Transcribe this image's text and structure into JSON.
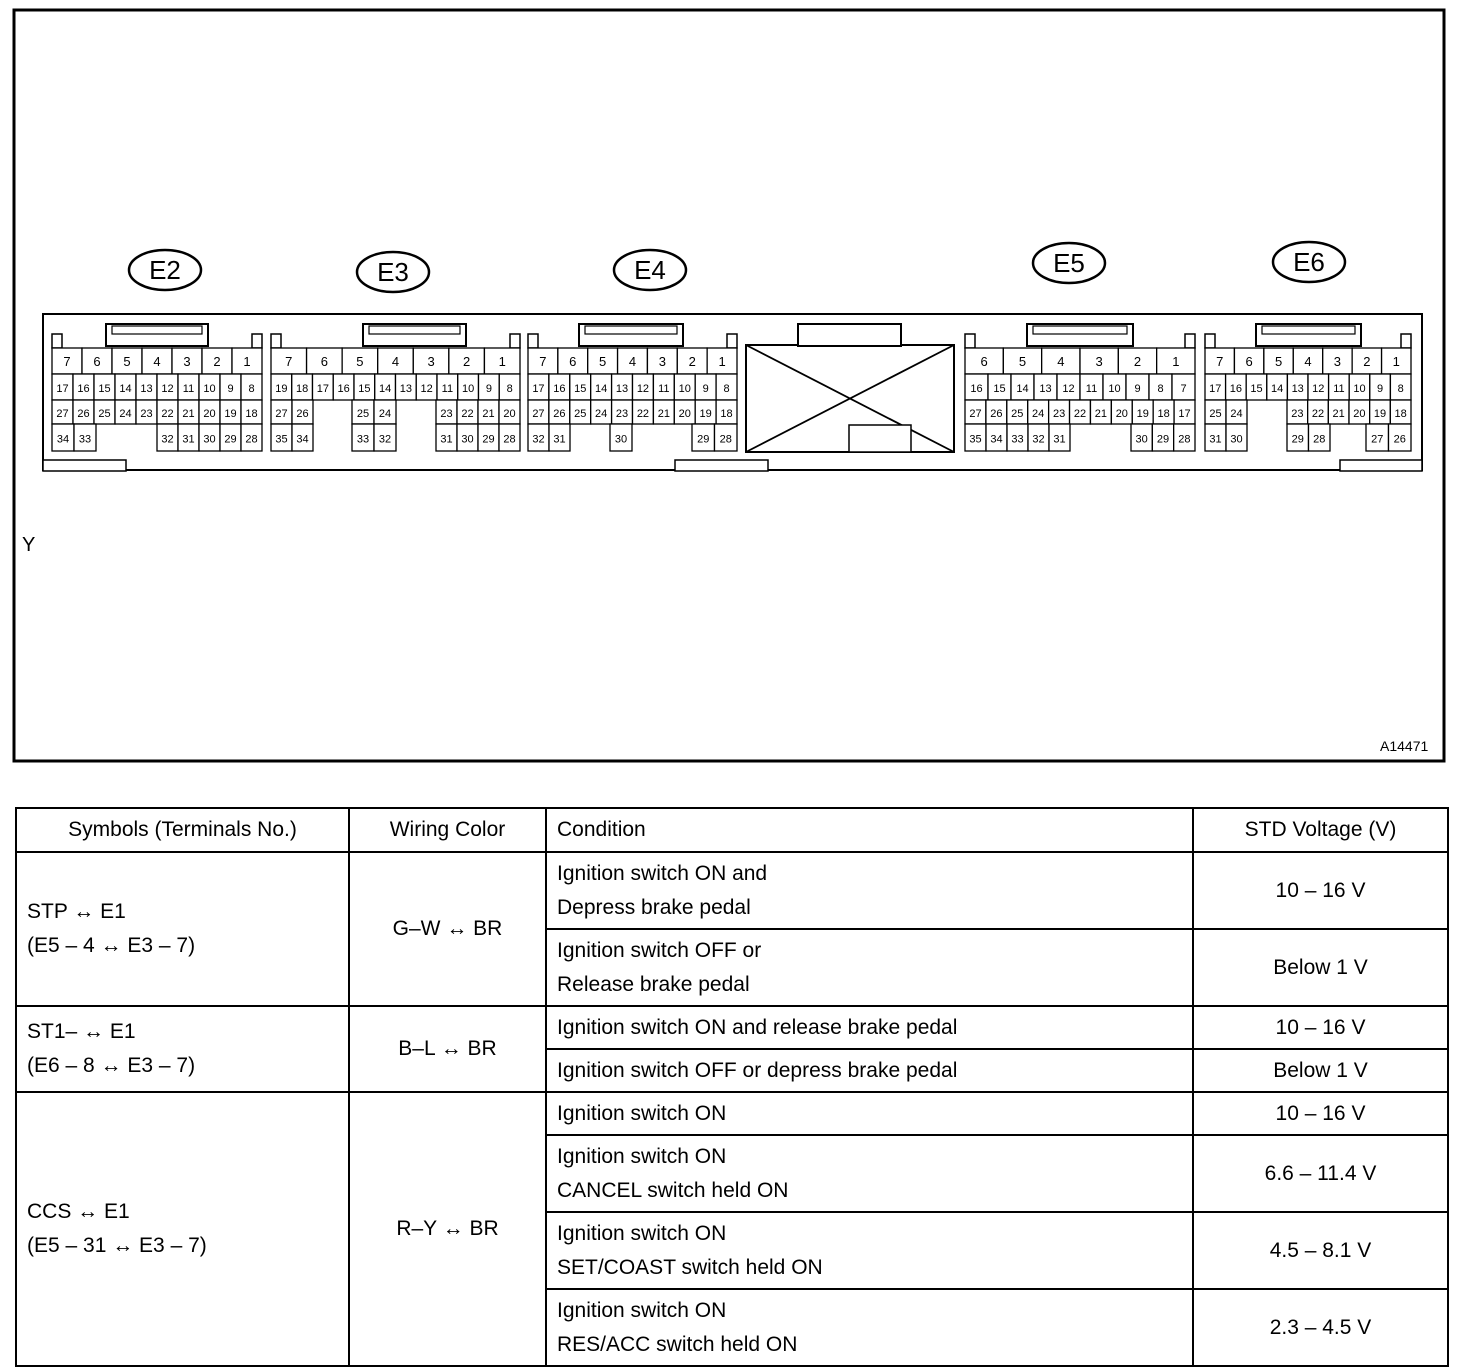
{
  "figure_id": "A14471",
  "side_label": "Y",
  "connectors": [
    {
      "id": "E2",
      "rows": [
        [
          "7",
          "6",
          "5",
          "4",
          "3",
          "2",
          "1"
        ],
        [
          "17",
          "16",
          "15",
          "14",
          "13",
          "12",
          "11",
          "10",
          "9",
          "8"
        ],
        [
          "27",
          "26",
          "25",
          "24",
          "23",
          "22",
          "21",
          "20",
          "19",
          "18"
        ],
        [
          "34",
          "33",
          "32",
          "31",
          "30",
          "29",
          "28"
        ]
      ]
    },
    {
      "id": "E3",
      "rows": [
        [
          "7",
          "6",
          "5",
          "4",
          "3",
          "2",
          "1"
        ],
        [
          "19",
          "18",
          "17",
          "16",
          "15",
          "14",
          "13",
          "12",
          "11",
          "10",
          "9",
          "8"
        ],
        [
          "27",
          "26",
          "25",
          "24",
          "23",
          "22",
          "21",
          "20"
        ],
        [
          "35",
          "34",
          "33",
          "32",
          "31",
          "30",
          "29",
          "28"
        ]
      ]
    },
    {
      "id": "E4",
      "rows": [
        [
          "7",
          "6",
          "5",
          "4",
          "3",
          "2",
          "1"
        ],
        [
          "17",
          "16",
          "15",
          "14",
          "13",
          "12",
          "11",
          "10",
          "9",
          "8"
        ],
        [
          "27",
          "26",
          "25",
          "24",
          "23",
          "22",
          "21",
          "20",
          "19",
          "18"
        ],
        [
          "32",
          "31",
          "30",
          "29",
          "28"
        ]
      ]
    },
    {
      "id": "E5",
      "rows": [
        [
          "6",
          "5",
          "4",
          "3",
          "2",
          "1"
        ],
        [
          "16",
          "15",
          "14",
          "13",
          "12",
          "11",
          "10",
          "9",
          "8",
          "7"
        ],
        [
          "27",
          "26",
          "25",
          "24",
          "23",
          "22",
          "21",
          "20",
          "19",
          "18",
          "17"
        ],
        [
          "35",
          "34",
          "33",
          "32",
          "31",
          "30",
          "29",
          "28"
        ]
      ]
    },
    {
      "id": "E6",
      "rows": [
        [
          "7",
          "6",
          "5",
          "4",
          "3",
          "2",
          "1"
        ],
        [
          "17",
          "16",
          "15",
          "14",
          "13",
          "12",
          "11",
          "10",
          "9",
          "8"
        ],
        [
          "25",
          "24",
          "23",
          "22",
          "21",
          "20",
          "19",
          "18"
        ],
        [
          "31",
          "30",
          "29",
          "28",
          "27",
          "26"
        ]
      ]
    }
  ],
  "table": {
    "headers": [
      "Symbols (Terminals No.)",
      "Wiring Color",
      "Condition",
      "STD Voltage (V)"
    ],
    "groups": [
      {
        "symbol_line1": "STP ↔ E1",
        "symbol_line2": "(E5 – 4 ↔ E3 – 7)",
        "wiring": "G–W ↔ BR",
        "rows": [
          {
            "cond1": "Ignition switch ON and",
            "cond2": "Depress brake pedal",
            "volt": "10 – 16 V"
          },
          {
            "cond1": "Ignition switch OFF or",
            "cond2": "Release brake pedal",
            "volt": "Below 1 V"
          }
        ]
      },
      {
        "symbol_line1": "ST1– ↔ E1",
        "symbol_line2": "(E6 – 8 ↔ E3 – 7)",
        "wiring": "B–L ↔ BR",
        "rows": [
          {
            "cond1": "Ignition switch ON and release brake pedal",
            "volt": "10 – 16 V"
          },
          {
            "cond1": "Ignition switch OFF or depress brake pedal",
            "volt": "Below 1 V"
          }
        ]
      },
      {
        "symbol_line1": "CCS ↔ E1",
        "symbol_line2": "(E5 – 31 ↔ E3 – 7)",
        "wiring": "R–Y ↔ BR",
        "rows": [
          {
            "cond1": "Ignition switch ON",
            "volt": "10 – 16 V"
          },
          {
            "cond1": "Ignition switch ON",
            "cond2": "CANCEL switch held ON",
            "volt": "6.6 – 11.4 V"
          },
          {
            "cond1": "Ignition switch ON",
            "cond2": "SET/COAST switch held ON",
            "volt": "4.5 – 8.1 V"
          },
          {
            "cond1": "Ignition switch ON",
            "cond2": "RES/ACC switch held ON",
            "volt": "2.3 – 4.5 V"
          }
        ]
      }
    ]
  }
}
